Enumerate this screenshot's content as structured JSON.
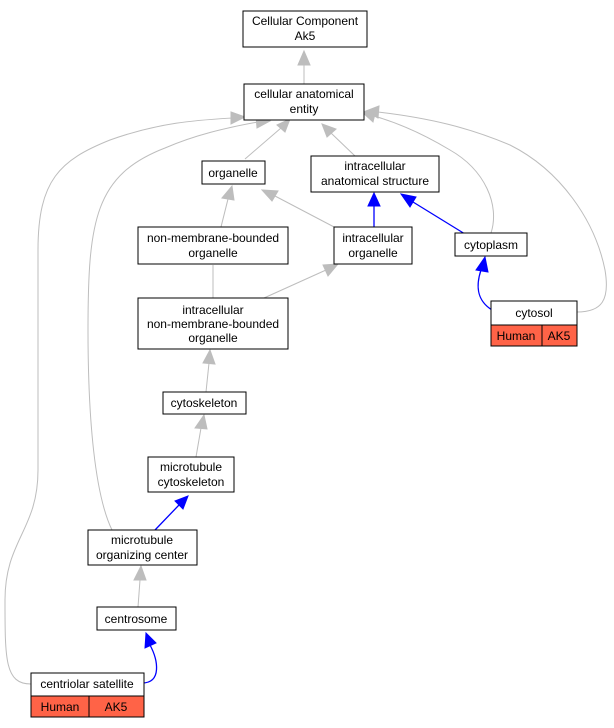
{
  "diagram": {
    "nodes": {
      "root": [
        "Cellular Component",
        "Ak5"
      ],
      "cae": [
        "cellular anatomical",
        "entity"
      ],
      "organelle": [
        "organelle"
      ],
      "ias": [
        "intracellular",
        "anatomical structure"
      ],
      "nmbo": [
        "non-membrane-bounded",
        "organelle"
      ],
      "io": [
        "intracellular",
        "organelle"
      ],
      "cytoplasm": [
        "cytoplasm"
      ],
      "inmbo": [
        "intracellular",
        "non-membrane-bounded",
        "organelle"
      ],
      "cytosol": [
        "cytosol"
      ],
      "cytoskeleton": [
        "cytoskeleton"
      ],
      "mtc": [
        "microtubule",
        "cytoskeleton"
      ],
      "mtoc": [
        "microtubule",
        "organizing center"
      ],
      "centrosome": [
        "centrosome"
      ],
      "centsat": [
        "centriolar satellite"
      ]
    },
    "annotations": {
      "cytosol": {
        "species": "Human",
        "gene": "AK5"
      },
      "centsat": {
        "species": "Human",
        "gene": "AK5"
      }
    },
    "colors": {
      "is_a_edge": "#bdbdbd",
      "part_of_edge": "#0000ff",
      "annotation_fill": "#ff6347"
    }
  }
}
